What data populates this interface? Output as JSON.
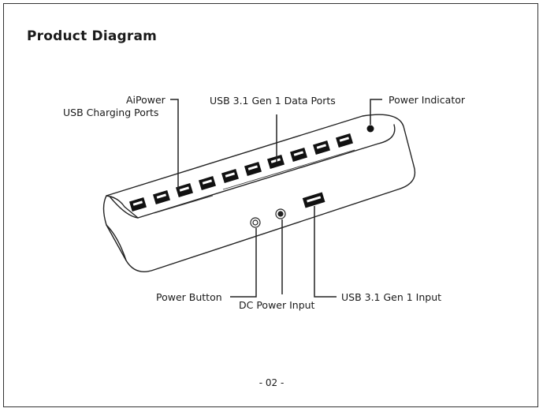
{
  "page": {
    "title": "Product Diagram",
    "page_number": "- 02 -"
  },
  "labels": {
    "aipower_line1": "AiPower",
    "aipower_line2": "USB Charging Ports",
    "data_ports": "USB 3.1 Gen 1 Data Ports",
    "power_indicator": "Power Indicator",
    "power_button": "Power Button",
    "dc_power_input": "DC Power Input",
    "usb_input": "USB 3.1 Gen 1 Input"
  },
  "icons": {
    "device": "usb-hub-icon"
  }
}
